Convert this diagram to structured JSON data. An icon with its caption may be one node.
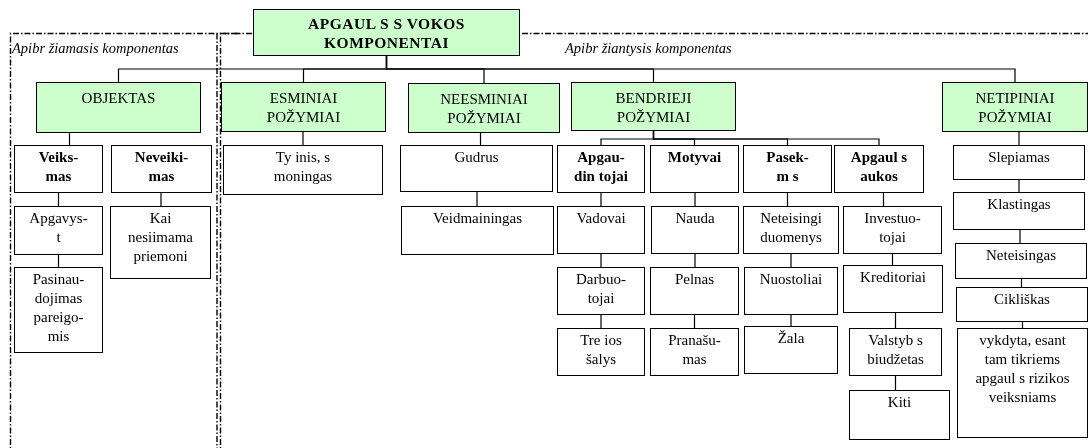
{
  "diagram": {
    "nodes": [
      {
        "text": [
          "APGAUL S S VOKOS KOMPONENTAI"
        ]
      },
      {
        "text": [
          "Apibr žiamasis komponentas"
        ]
      },
      {
        "text": [
          "Apibr žiantysis komponentas"
        ]
      },
      {
        "text": [
          "OBJEKTAS"
        ],
        "in": 1
      },
      {
        "text": [
          "Veiks- mas"
        ],
        "in": 1
      },
      {
        "text": [
          "Neveiki- mas"
        ],
        "in": 1
      },
      {
        "text": [
          "Apgavys- t"
        ],
        "in": 1
      },
      {
        "text": [
          "Pasinau- dojimas pareigo- mis"
        ],
        "in": 1
      },
      {
        "text": [
          "Kai nesiimama priemoni"
        ],
        "in": 1
      },
      {
        "text": [
          "ESMINIAI POŽYMIAI"
        ],
        "in": 2
      },
      {
        "text": [
          "Ty inis, s moningas"
        ],
        "in": 2
      },
      {
        "text": [
          "NEESMINIAI POŽYMIAI"
        ],
        "in": 2
      },
      {
        "text": [
          "Gudrus"
        ],
        "in": 2
      },
      {
        "text": [
          "Veidmainingas"
        ],
        "in": 2
      },
      {
        "text": [
          "BENDRIEJI POŽYMIAI"
        ],
        "in": 2
      },
      {
        "text": [
          "Apgau- din tojai"
        ],
        "in": 2
      },
      {
        "text": [
          "Motyvai"
        ],
        "in": 2
      },
      {
        "text": [
          "Pasek- m s"
        ],
        "in": 2
      },
      {
        "text": [
          "Apgaul s aukos"
        ],
        "in": 2
      },
      {
        "text": [
          "Vadovai"
        ],
        "in": 2
      },
      {
        "text": [
          "Darbuo- tojai"
        ],
        "in": 2
      },
      {
        "text": [
          "Tre ios šalys"
        ],
        "in": 2
      },
      {
        "text": [
          "Nauda"
        ],
        "in": 2
      },
      {
        "text": [
          "Pelnas"
        ],
        "in": 2
      },
      {
        "text": [
          "Pranašu- mas"
        ],
        "in": 2
      },
      {
        "text": [
          "Neteisingi duomenys"
        ],
        "in": 2
      },
      {
        "text": [
          "Nuostoliai"
        ],
        "in": 2
      },
      {
        "text": [
          "Žala"
        ],
        "in": 2
      },
      {
        "text": [
          "Investuo- tojai"
        ],
        "in": 2
      },
      {
        "text": [
          "Kreditoriai"
        ],
        "in": 2
      },
      {
        "text": [
          "Valstyb s biudžetas"
        ],
        "in": 2
      },
      {
        "text": [
          "Kiti"
        ],
        "in": 2
      },
      {
        "text": [
          "NETIPINIAI POŽYMIAI"
        ],
        "in": 2
      },
      {
        "text": [
          "Slepiamas"
        ],
        "in": 2
      },
      {
        "text": [
          "Klastingas"
        ],
        "in": 2
      },
      {
        "text": [
          "Neteisingas"
        ],
        "in": 2
      },
      {
        "text": [
          "Cikliškas"
        ],
        "in": 2
      },
      {
        "text": [
          "vykdyta, esant tam tikriems apgaul s rizikos veiksniams"
        ],
        "in": 2
      }
    ],
    "edges": [
      {
        "from": 0,
        "to": 3,
        "arrow": "none"
      },
      {
        "from": 0,
        "to": 9,
        "arrow": "none"
      },
      {
        "from": 0,
        "to": 11,
        "arrow": "none"
      },
      {
        "from": 0,
        "to": 14,
        "arrow": "none"
      },
      {
        "from": 0,
        "to": 32,
        "arrow": "none"
      },
      {
        "from": 3,
        "to": 4,
        "arrow": "none"
      },
      {
        "from": 4,
        "to": 6,
        "arrow": "none"
      },
      {
        "from": 6,
        "to": 7,
        "arrow": "none"
      },
      {
        "from": 5,
        "to": 8,
        "arrow": "none"
      },
      {
        "from": 9,
        "to": 10,
        "arrow": "none"
      },
      {
        "from": 11,
        "to": 12,
        "arrow": "none"
      },
      {
        "from": 12,
        "to": 13,
        "arrow": "none"
      },
      {
        "from": 14,
        "to": 15,
        "arrow": "none"
      },
      {
        "from": 14,
        "to": 16,
        "arrow": "none"
      },
      {
        "from": 14,
        "to": 17,
        "arrow": "none"
      },
      {
        "from": 14,
        "to": 18,
        "arrow": "none"
      },
      {
        "from": 15,
        "to": 19,
        "arrow": "none"
      },
      {
        "from": 19,
        "to": 20,
        "arrow": "none"
      },
      {
        "from": 20,
        "to": 21,
        "arrow": "none"
      },
      {
        "from": 16,
        "to": 22,
        "arrow": "none"
      },
      {
        "from": 22,
        "to": 23,
        "arrow": "none"
      },
      {
        "from": 23,
        "to": 24,
        "arrow": "none"
      },
      {
        "from": 17,
        "to": 25,
        "arrow": "none"
      },
      {
        "from": 25,
        "to": 26,
        "arrow": "none"
      },
      {
        "from": 26,
        "to": 27,
        "arrow": "none"
      },
      {
        "from": 18,
        "to": 28,
        "arrow": "none"
      },
      {
        "from": 28,
        "to": 29,
        "arrow": "none"
      },
      {
        "from": 29,
        "to": 30,
        "arrow": "none"
      },
      {
        "from": 30,
        "to": 31,
        "arrow": "none"
      },
      {
        "from": 32,
        "to": 33,
        "arrow": "none"
      },
      {
        "from": 33,
        "to": 34,
        "arrow": "none"
      },
      {
        "from": 34,
        "to": 35,
        "arrow": "none"
      },
      {
        "from": 35,
        "to": 36,
        "arrow": "none"
      },
      {
        "from": 36,
        "to": 37,
        "arrow": "none"
      }
    ]
  }
}
